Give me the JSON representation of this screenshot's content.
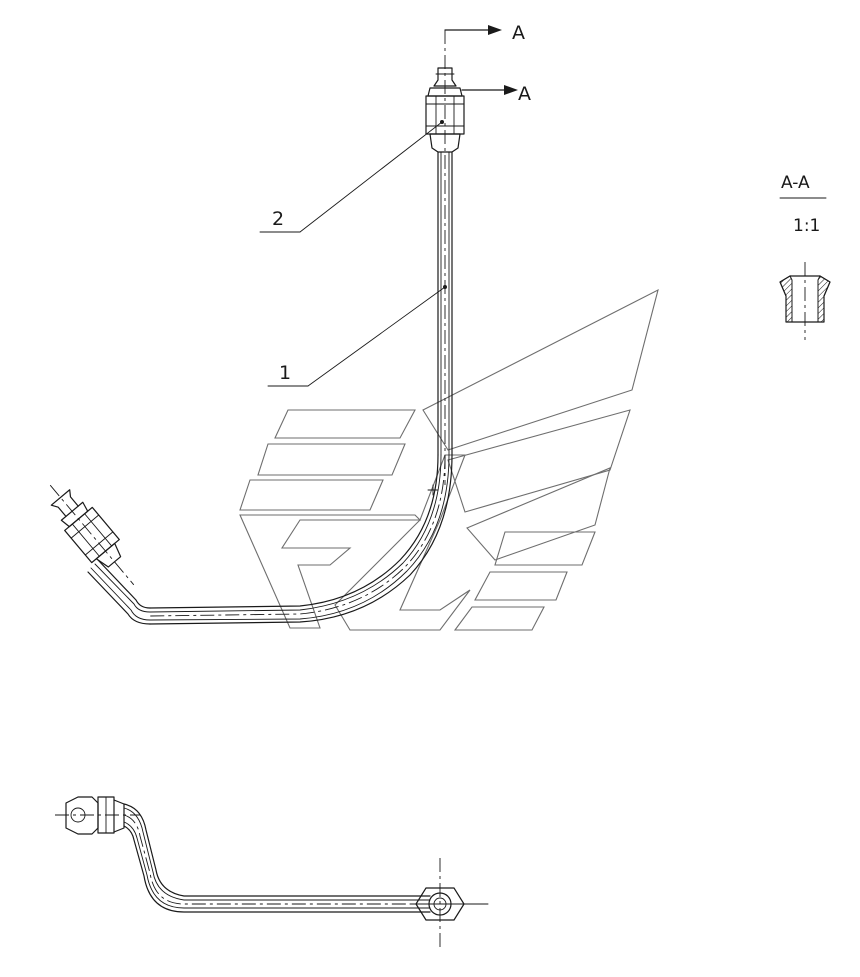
{
  "section_view": {
    "cut_label_upper": "A",
    "cut_label_lower": "A",
    "section_title": "A-A",
    "section_scale": "1:1"
  },
  "callouts": [
    {
      "id": "callout-1",
      "label": "1"
    },
    {
      "id": "callout-2",
      "label": "2"
    }
  ]
}
